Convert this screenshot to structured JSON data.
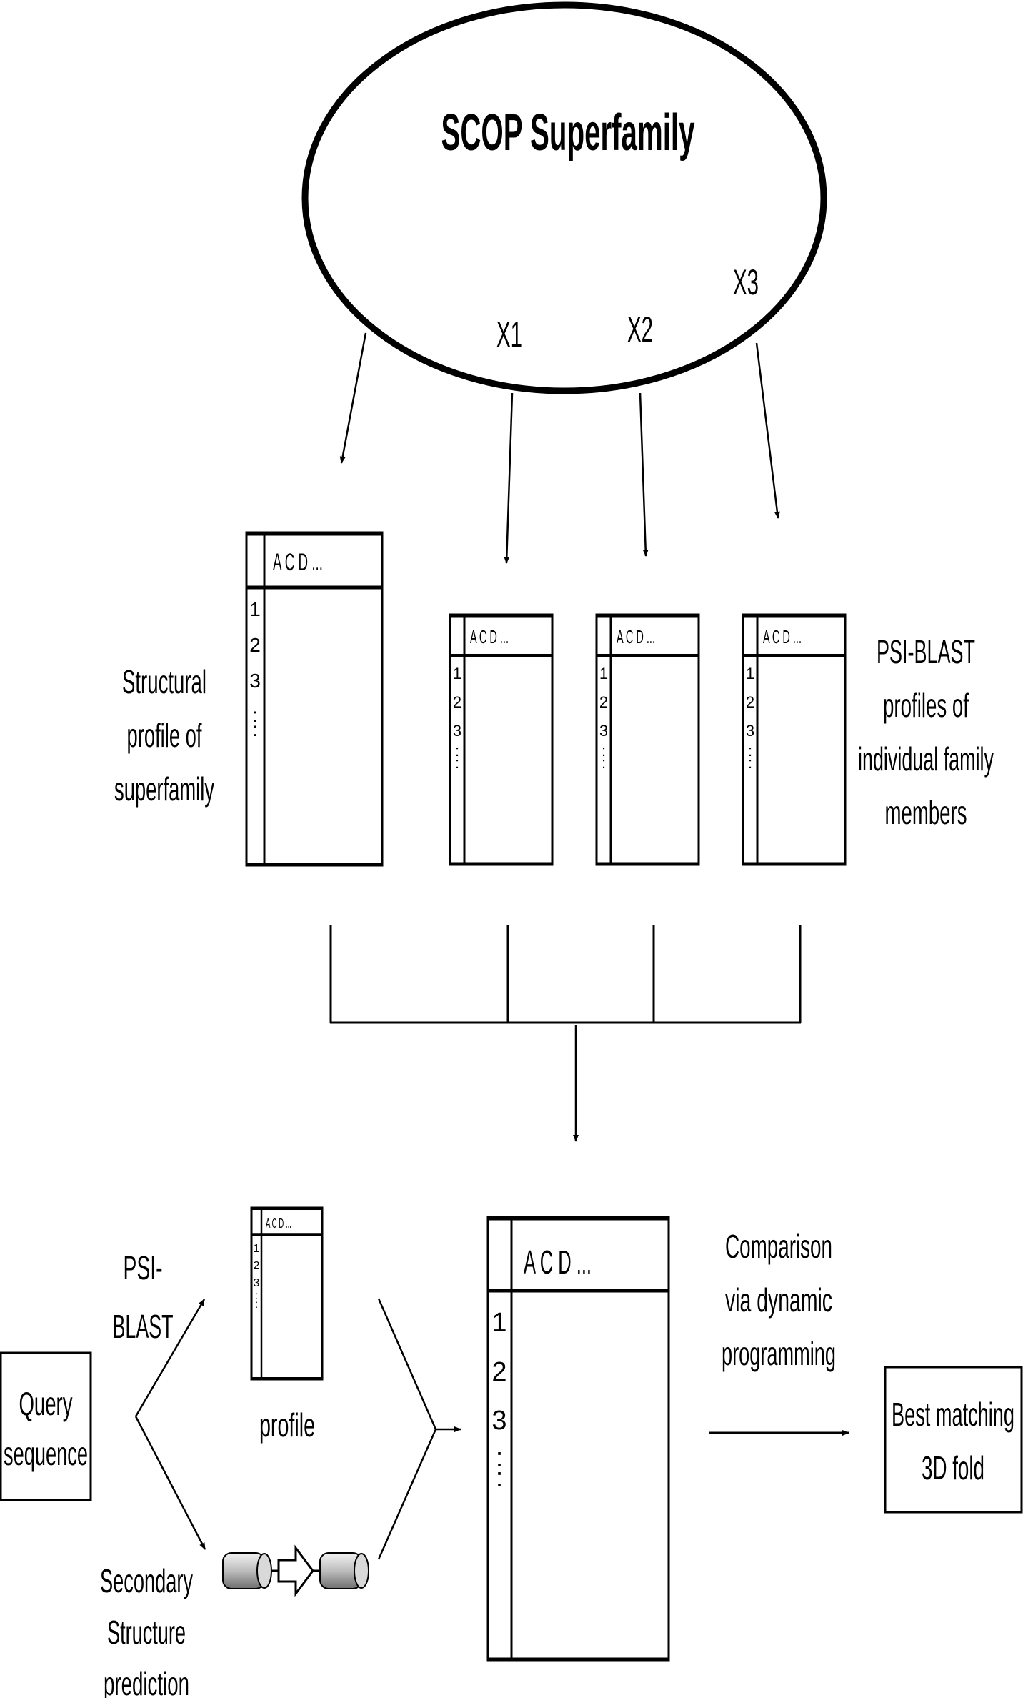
{
  "superfamily": {
    "title": "SCOP Superfamily",
    "members": [
      "X1",
      "X2",
      "X3"
    ]
  },
  "profile_header": "A C D ...",
  "row_labels": [
    "1",
    "2",
    "3",
    ":"
  ],
  "labels": {
    "structural_profile": [
      "Structural",
      "profile of",
      "superfamily"
    ],
    "psi_blast_profiles": [
      "PSI-BLAST",
      "profiles of",
      "individual family",
      "members"
    ],
    "psi_blast": [
      "PSI-",
      "BLAST"
    ],
    "query": [
      "Query",
      "sequence"
    ],
    "profile": "profile",
    "secondary_structure": [
      "Secondary",
      "Structure",
      "prediction"
    ],
    "comparison": [
      "Comparison",
      "via dynamic",
      "programming"
    ],
    "best_match": [
      "Best matching",
      "3D fold"
    ]
  },
  "colors": {
    "line": "#000000",
    "helix_fill": "#bdbdbd",
    "helix_light": "#f2f2f2"
  }
}
